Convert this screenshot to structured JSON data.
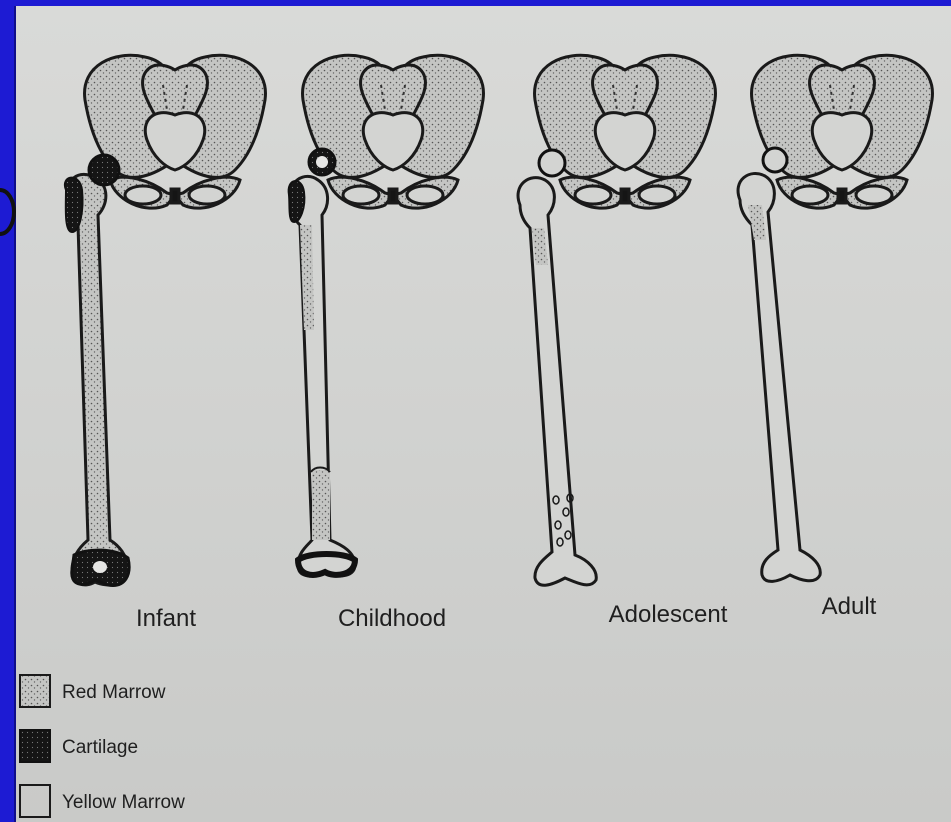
{
  "stages": [
    {
      "label": "Infant"
    },
    {
      "label": "Childhood"
    },
    {
      "label": "Adolescent"
    },
    {
      "label": "Adult"
    }
  ],
  "legend": [
    {
      "label": "Red Marrow",
      "swatch": "stipple"
    },
    {
      "label": "Cartilage",
      "swatch": "solid-dark"
    },
    {
      "label": "Yellow Marrow",
      "swatch": "blank"
    }
  ],
  "colors": {
    "background": "#1d1bd3",
    "paper": "#d6d7d5",
    "ink": "#1a1a1a",
    "red_marrow_fill": "#b9bab8"
  }
}
